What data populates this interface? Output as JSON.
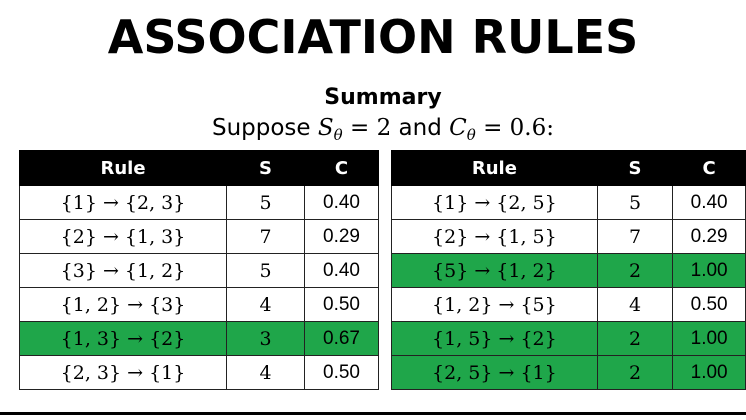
{
  "title": "ASSOCIATION RULES",
  "subtitle": "Summary",
  "condition": {
    "prefix": "Suppose ",
    "s_var": "S",
    "s_sub": "θ",
    "s_eq": " = 2",
    "joiner": " and ",
    "c_var": "C",
    "c_sub": "θ",
    "c_eq": " = 0.6:"
  },
  "tables": [
    {
      "headers": [
        "Rule",
        "S",
        "C"
      ],
      "rows": [
        {
          "rule": "{1} → {2, 3}",
          "s": "5",
          "c": "0.40",
          "highlight": false
        },
        {
          "rule": "{2} → {1, 3}",
          "s": "7",
          "c": "0.29",
          "highlight": false
        },
        {
          "rule": "{3} → {1, 2}",
          "s": "5",
          "c": "0.40",
          "highlight": false
        },
        {
          "rule": "{1, 2} → {3}",
          "s": "4",
          "c": "0.50",
          "highlight": false
        },
        {
          "rule": "{1, 3} → {2}",
          "s": "3",
          "c": "0.67",
          "highlight": true
        },
        {
          "rule": "{2, 3} → {1}",
          "s": "4",
          "c": "0.50",
          "highlight": false
        }
      ]
    },
    {
      "headers": [
        "Rule",
        "S",
        "C"
      ],
      "rows": [
        {
          "rule": "{1} → {2, 5}",
          "s": "5",
          "c": "0.40",
          "highlight": false
        },
        {
          "rule": "{2} → {1, 5}",
          "s": "7",
          "c": "0.29",
          "highlight": false
        },
        {
          "rule": "{5} → {1, 2}",
          "s": "2",
          "c": "1.00",
          "highlight": true
        },
        {
          "rule": "{1, 2} → {5}",
          "s": "4",
          "c": "0.50",
          "highlight": false
        },
        {
          "rule": "{1, 5} → {2}",
          "s": "2",
          "c": "1.00",
          "highlight": true
        },
        {
          "rule": "{2, 5} → {1}",
          "s": "2",
          "c": "1.00",
          "highlight": true
        }
      ]
    }
  ],
  "colors": {
    "header_bg": "#000000",
    "header_text": "#ffffff",
    "highlight": "#1fa64a"
  }
}
